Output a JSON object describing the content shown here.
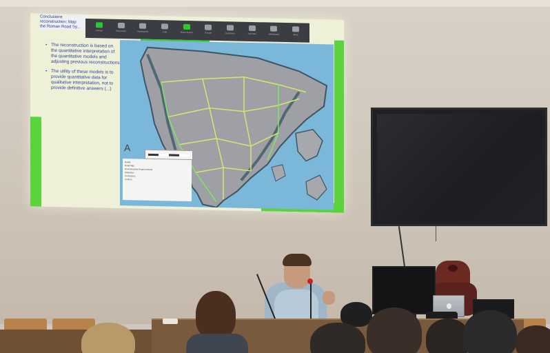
{
  "slide": {
    "title_lines": [
      "Conclusions",
      "reconstruction: Map",
      "the Roman Road Sy..."
    ],
    "bullets": [
      "The reconstruction is based on the quantitative interpretation of the quantitative models and adjusting previous reconstructions",
      "The utility of these models is to provide quantitative data for qualitative interpretation, not to provide definitive answers (...)"
    ]
  },
  "zoom_toolbar": {
    "buttons": [
      "Unmute",
      "Stop Video",
      "Participants",
      "Chat",
      "Share Screen",
      "Record",
      "Reactions",
      "Annotate",
      "Whiteboard",
      "More"
    ]
  },
  "map_legend": {
    "north_marker": "A",
    "rows": [
      "Roads",
      "Road Map",
      "Reconstructed Roads network",
      "Distances",
      "Cemeteries",
      "Centres"
    ]
  },
  "colors": {
    "sea": "#7ab7d8",
    "land": "#9ea0a6",
    "roads": "#d8e66a",
    "frame_green": "#5bd33a"
  }
}
